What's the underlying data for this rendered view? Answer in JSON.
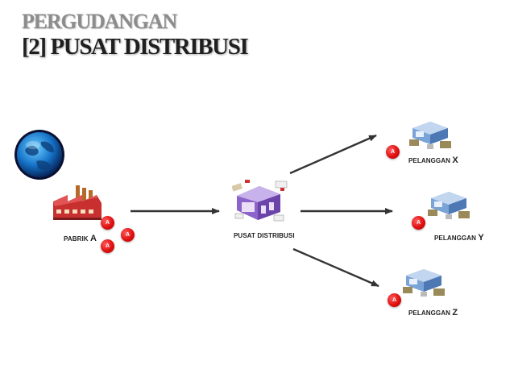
{
  "title": {
    "line1": "PERGUDANGAN",
    "line2": "[2] PUSAT DISTRIBUSI"
  },
  "nodes": {
    "factory": {
      "label": "PABRIK",
      "letter": "A",
      "badges": [
        "A",
        "A",
        "A"
      ]
    },
    "center": {
      "label": "PUSAT DISTRIBUSI"
    },
    "customers": [
      {
        "label": "PELANGGAN",
        "letter": "X",
        "badge": "A"
      },
      {
        "label": "PELANGGAN",
        "letter": "Y",
        "badge": "A"
      },
      {
        "label": "PELANGGAN",
        "letter": "Z",
        "badge": "A"
      }
    ]
  },
  "icons": [
    "globe-icon",
    "factory-icon",
    "distribution-center-icon",
    "store-icon"
  ],
  "colors": {
    "badge": "#e01010",
    "arrow": "#333333",
    "title_gray": "#8c8c8c"
  }
}
